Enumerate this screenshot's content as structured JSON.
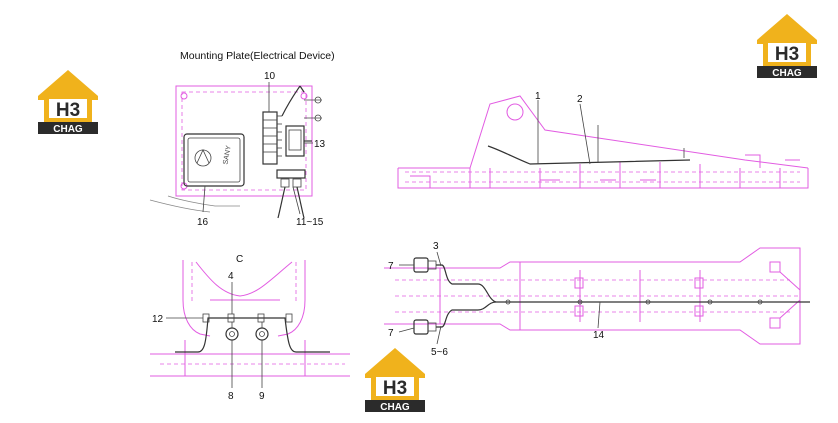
{
  "mounting_title": "Mounting Plate(Electrical Device)",
  "section_label": "C",
  "labels": {
    "l1": "1",
    "l2": "2",
    "l3": "3",
    "l4": "4",
    "l56": "5~6",
    "l7a": "7",
    "l7b": "7",
    "l8": "8",
    "l9": "9",
    "l10": "10",
    "l1115": "11~15",
    "l12": "12",
    "l13": "13",
    "l14": "14",
    "l16": "16"
  },
  "logo": {
    "mark": "H3",
    "word": "CHAG"
  },
  "device_brand": "SANY",
  "colors": {
    "drawing_lines": "#e25ce2",
    "wires": "#333333",
    "logo_gold": "#f0b21c",
    "logo_dark": "#2b2b2b"
  }
}
